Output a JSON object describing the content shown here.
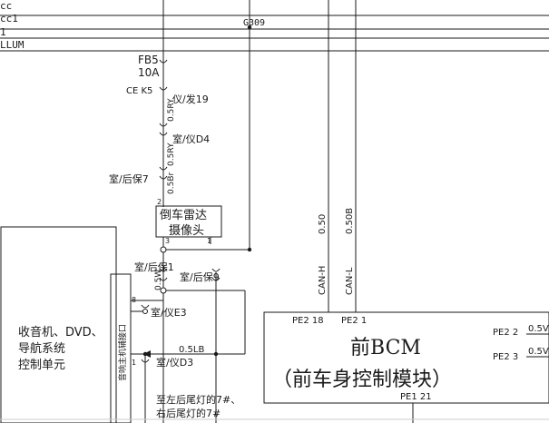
{
  "buses": {
    "cc": "cc",
    "cc1": "cc1",
    "one": "1",
    "illum": "LLUM",
    "splice": "G309"
  },
  "fuse": {
    "name": "FB5",
    "rating": "10A",
    "connector": "CE K5"
  },
  "wire": {
    "top_to_bcm_1": "0.50",
    "top_to_bcm_2": "0.50B",
    "can_h": "CAN-H",
    "can_l": "CAN-L",
    "v05ry_1": "0.5RY",
    "v05ry_2": "0.5RY",
    "v05br": "0.5Br",
    "v05w": "0.5W",
    "v05lb": "0.5LB",
    "pe2_2_wire": "0.5V",
    "pe2_3_wire": "0.5V"
  },
  "labels": {
    "yi_fa19": "仪/发19",
    "shi_yi_d4": "室/仪D4",
    "shi_hou_bao7": "室/后保7",
    "shi_hou_bao1": "室/后保1",
    "shi_hou_bao9": "室/后保9",
    "shi_yi_e3": "室/仪E3",
    "shi_yi_d3": "室/仪D3"
  },
  "radar": {
    "line1": "倒车雷达",
    "line2": "摄像头",
    "pin_top": "2",
    "pin_left": "3",
    "pin_right": "1"
  },
  "radio": {
    "line1": "收音机、DVD、",
    "line2": "导航系统",
    "line3": "控制单元",
    "connector_label": "音响主机辅接口",
    "pin_top": "8",
    "pin_bottom": "1"
  },
  "bcm": {
    "title": "前BCM",
    "subtitle": "（前车身控制模块）",
    "pin_pe2_18": "PE2 18",
    "pin_pe2_1": "PE2 1",
    "pin_pe2_2": "PE2 2",
    "pin_pe2_3": "PE2 3",
    "pin_pe1_21": "PE1 21"
  },
  "notes": {
    "tail_line1": "至左后尾灯的7#、",
    "tail_line2": "右后尾灯的7#"
  }
}
